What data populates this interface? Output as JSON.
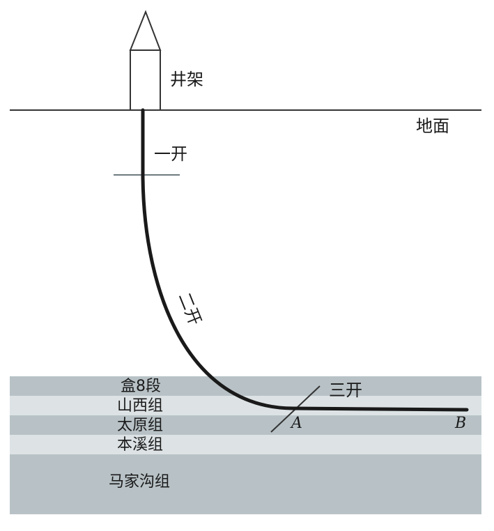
{
  "labels": {
    "derrick": "井架",
    "ground": "地面",
    "stage_1": "一开",
    "stage_2": "二开",
    "stage_3": "三开",
    "point_a": "A",
    "point_b": "B"
  },
  "strata": [
    {
      "name": "盒8段",
      "color": "#b8c2c6"
    },
    {
      "name": "山西组",
      "color": "#dde3e5"
    },
    {
      "name": "太原组",
      "color": "#b8c2c6"
    },
    {
      "name": "本溪组",
      "color": "#dde3e5"
    },
    {
      "name": "马家沟组",
      "color": "#b8c2c6"
    }
  ],
  "colors": {
    "well_path": "#1a1a1a",
    "lines": "#333333",
    "casing_marker": "#6e7a80"
  }
}
